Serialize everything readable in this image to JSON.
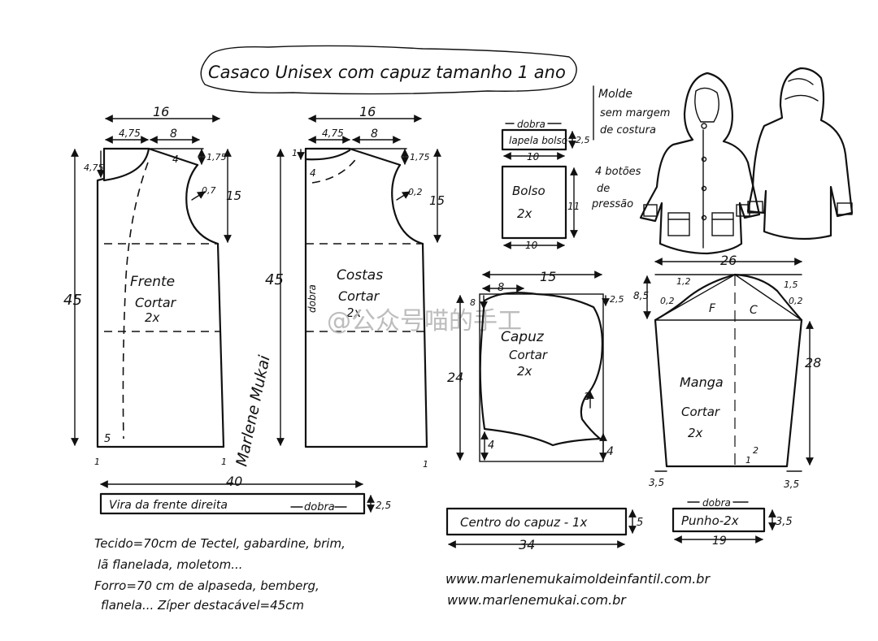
{
  "title": "Casaco Unisex com capuz tamanho 1 ano",
  "front": {
    "width_top": "16",
    "neck_w": "4,75",
    "shoulder_w": "8",
    "drop_left": "4,75",
    "drop_right": "1,75",
    "armhole_h": "15",
    "neck_depth": "4",
    "armhole_curve": "0,7",
    "length": "45",
    "label": [
      "Frente",
      "Cortar",
      "2x"
    ],
    "hem_left": "5",
    "corner_l": "1",
    "corner_r": "1"
  },
  "back": {
    "width_top": "16",
    "neck_w": "4,75",
    "shoulder_w": "8",
    "drop_left": "1",
    "drop_right": "1,75",
    "armhole_h": "15",
    "neck_depth": "4",
    "armhole_curve": "0,2",
    "length": "45",
    "fold": "dobra",
    "label": [
      "Costas",
      "Cortar",
      "2x"
    ],
    "corner_r": "1"
  },
  "signature": "Marlene Mukai",
  "pocket_flap": {
    "fold": "dobra",
    "label": "lapela bolso",
    "h": "2,5",
    "w": "10"
  },
  "pocket": {
    "label": [
      "Bolso",
      "2x"
    ],
    "h": "11",
    "w": "10"
  },
  "note_mold": [
    "Molde",
    "sem margem",
    "de costura"
  ],
  "note_buttons": [
    "4 botões",
    "de",
    "pressão"
  ],
  "hood": {
    "width": "15",
    "top_w": "8",
    "top_left": "8",
    "top_right": "2,5",
    "height": "24",
    "mid_right": "2",
    "bottom_left": "4",
    "bottom_right": "4",
    "label": [
      "Capuz",
      "Cortar",
      "2x"
    ]
  },
  "sleeve": {
    "width": "26",
    "cap_h": "8,5",
    "left_a": "1,2",
    "left_b": "0,2",
    "right_a": "1,5",
    "right_b": "0,2",
    "front": "F",
    "back": "C",
    "length": "28",
    "label": [
      "Manga",
      "Cortar",
      "2x"
    ],
    "hem_mid": "1",
    "hem_mid2": "2",
    "hem_left": "3,5",
    "hem_right": "3,5"
  },
  "facing": {
    "width": "40",
    "label": "Vira da frente direita",
    "fold": "dobra",
    "h": "2,5"
  },
  "hood_center": {
    "label": "Centro do capuz - 1x",
    "h": "5",
    "w": "34"
  },
  "cuff": {
    "fold": "dobra",
    "label": "Punho-2x",
    "h": "3,5",
    "w": "19"
  },
  "materials": [
    "Tecido=70cm de Tectel, gabardine, brim,",
    "lã flanelada, moletom...",
    "Forro=70 cm de alpaseda, bemberg,",
    "flanela...        Zíper destacável=45cm"
  ],
  "urls": [
    "www.marlenemukaimoldeinfantil.com.br",
    "www.marlenemukai.com.br"
  ],
  "watermark": "@公众号喵的手工"
}
